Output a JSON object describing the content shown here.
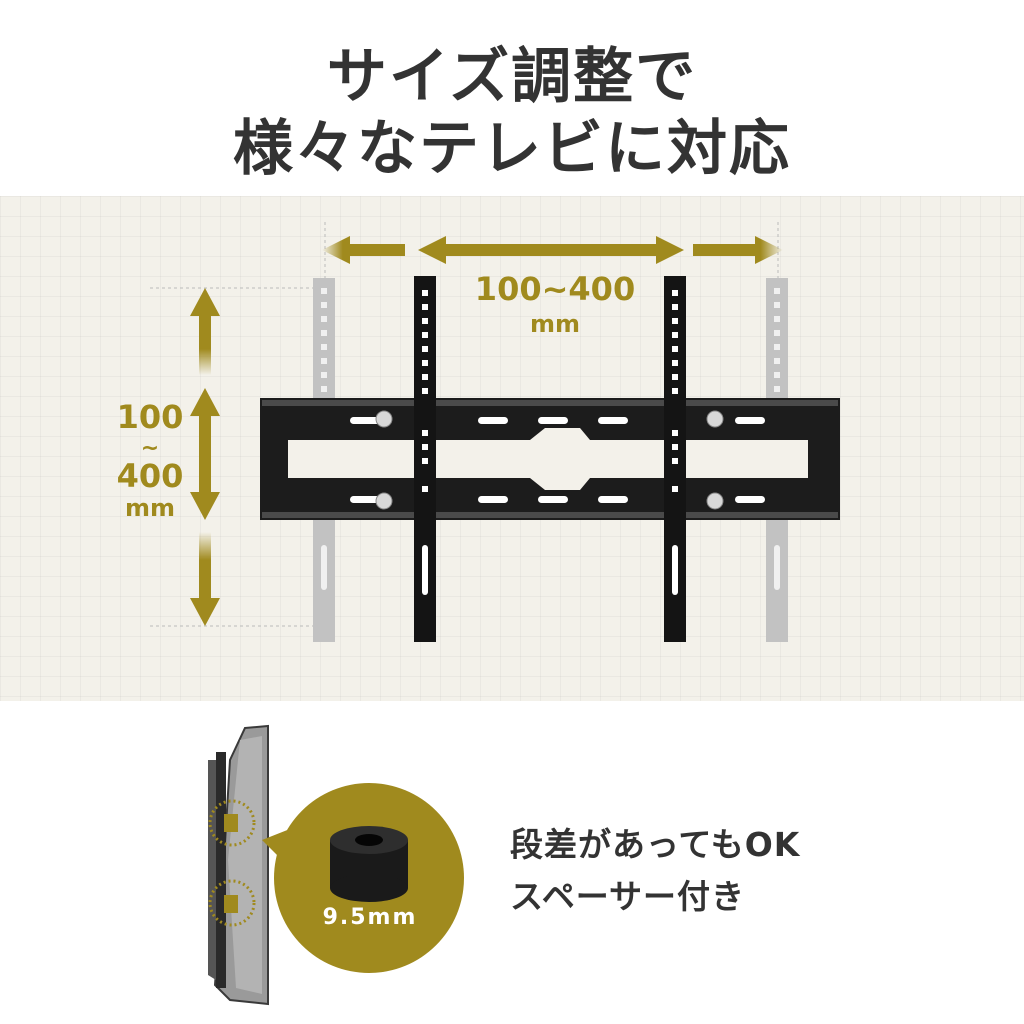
{
  "title": {
    "line1": "サイズ調整で",
    "line2": "様々なテレビに対応"
  },
  "horizontal_range": {
    "value": "100~400",
    "unit": "mm"
  },
  "vertical_range": {
    "from": "100",
    "sep": "~",
    "to": "400",
    "unit": "mm"
  },
  "spacer": {
    "size": "9.5mm",
    "line1": "段差があってもOK",
    "line2": "スペーサー付き"
  },
  "colors": {
    "accent": "#a08a1e",
    "background_band": "#f3f1ea",
    "text": "#333333",
    "bracket": "#1a1a1a",
    "ghost_bracket": "#bdbdbd"
  }
}
